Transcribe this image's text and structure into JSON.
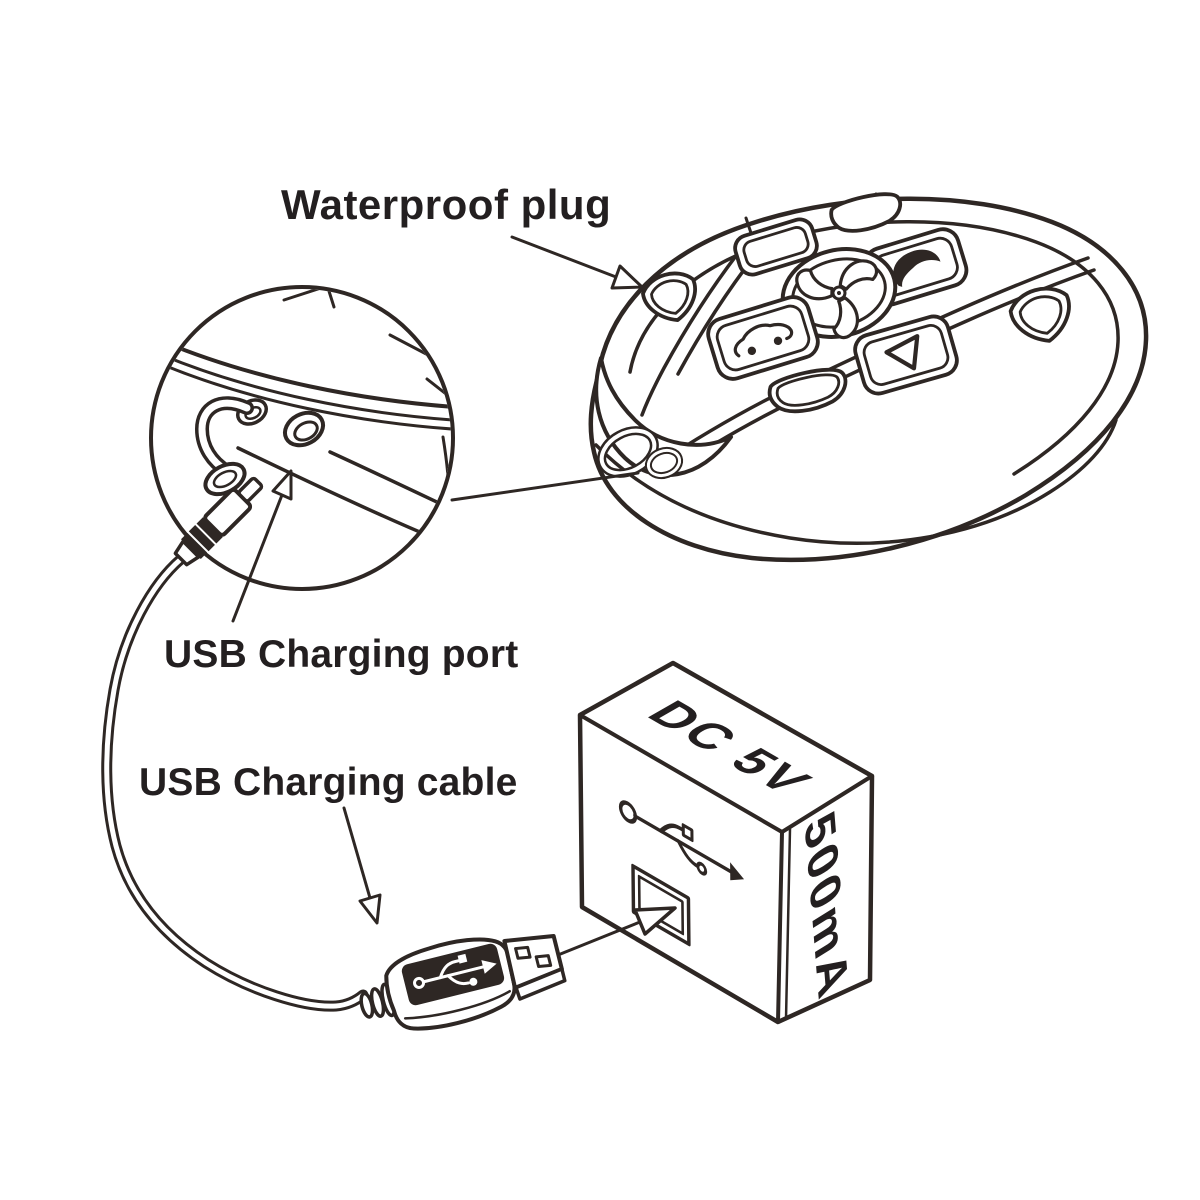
{
  "colors": {
    "background": "#ffffff",
    "line": "#2e2724",
    "text": "#231f20"
  },
  "labels": {
    "waterproof_plug": "Waterproof plug",
    "usb_charging_port": "USB Charging port",
    "usb_charging_cable": "USB Charging cable"
  },
  "adapter": {
    "top_text": "DC 5V",
    "side_text": "500mA"
  },
  "icons": {
    "remote_button_icons": [
      "shield",
      "blank",
      "oval",
      "swoosh",
      "fan",
      "car",
      "down-triangle",
      "shield",
      "oval"
    ],
    "adapter_front_icons": [
      "usb-trident-icon",
      "usb-port-icon"
    ],
    "connector_logo": "usb-trident-icon"
  }
}
